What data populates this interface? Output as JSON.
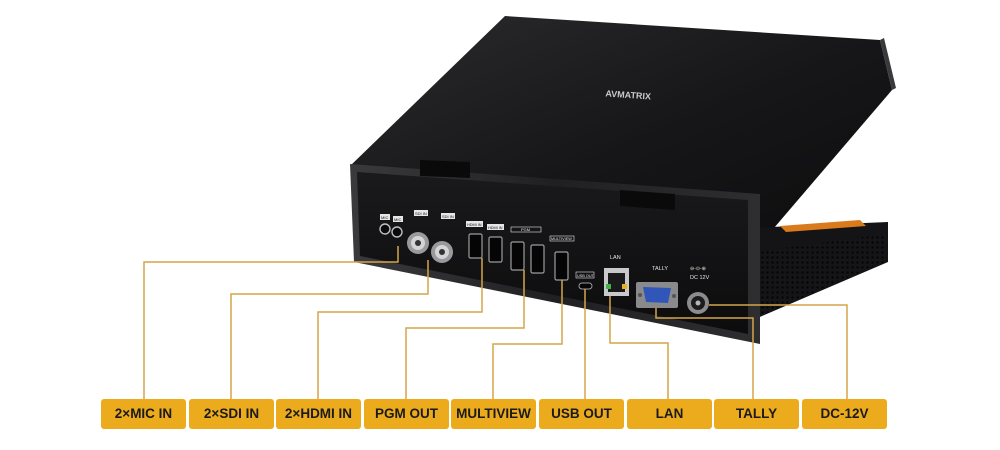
{
  "brand": {
    "logo_text": "AVMATRIX"
  },
  "device_panel_labels": {
    "mic_1": "MIC",
    "mic_2": "MIC",
    "sdi_1": "SDI IN",
    "sdi_2": "SDI IN",
    "hdmi_1": "HDMI IN",
    "hdmi_2": "HDMI IN",
    "pgm": "PGM",
    "multiview": "MULTIVIEW",
    "usb_out": "USB OUT",
    "lan": "LAN",
    "tally": "TALLY",
    "dc_symbol": "⊖-⊙-⊕",
    "dc": "DC 12V"
  },
  "callouts": [
    {
      "label": "2×MIC IN"
    },
    {
      "label": "2×SDI IN"
    },
    {
      "label": "2×HDMI IN"
    },
    {
      "label": "PGM OUT"
    },
    {
      "label": "MULTIVIEW"
    },
    {
      "label": "USB OUT"
    },
    {
      "label": "LAN"
    },
    {
      "label": "TALLY"
    },
    {
      "label": "DC-12V"
    }
  ],
  "colors": {
    "callout_fill": "#ecab1d",
    "leader_line": "#d4a64a",
    "device_body": "#1c1c1e",
    "lan_led_green": "#3fb24a",
    "lan_led_yellow": "#e2b21f",
    "tally_connector": "#2f56b8"
  }
}
